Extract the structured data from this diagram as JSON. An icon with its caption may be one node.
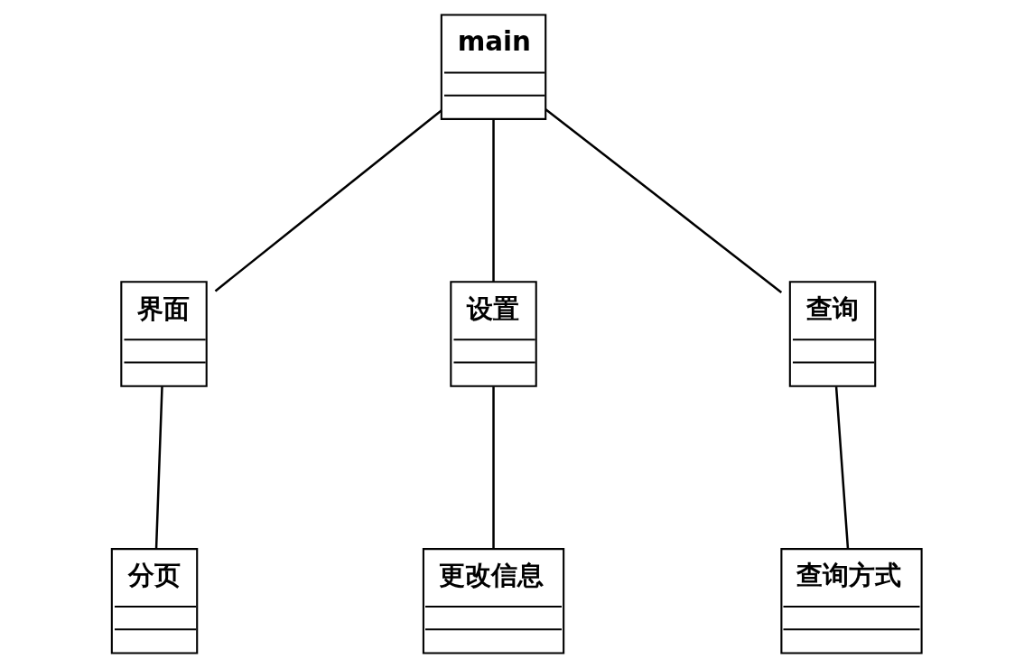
{
  "diagram": {
    "nodes": [
      {
        "text": [
          "main"
        ]
      },
      {
        "text": [
          "界面"
        ]
      },
      {
        "text": [
          "设置"
        ]
      },
      {
        "text": [
          "查询"
        ]
      },
      {
        "text": [
          "分页"
        ]
      },
      {
        "text": [
          "更改信息"
        ]
      },
      {
        "text": [
          "查询方式"
        ]
      }
    ],
    "edges": [
      {
        "from": 0,
        "to": 1,
        "arrow": "none"
      },
      {
        "from": 0,
        "to": 2,
        "arrow": "none"
      },
      {
        "from": 0,
        "to": 3,
        "arrow": "none"
      },
      {
        "from": 1,
        "to": 4,
        "arrow": "none"
      },
      {
        "from": 2,
        "to": 5,
        "arrow": "none"
      },
      {
        "from": 3,
        "to": 6,
        "arrow": "none"
      }
    ]
  }
}
